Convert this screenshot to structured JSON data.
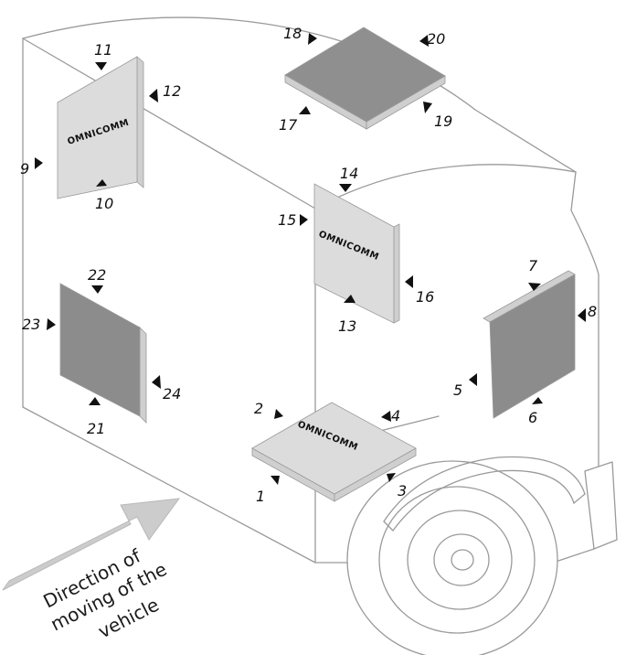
{
  "brand": {
    "sensor_logo": "OMNICOMM"
  },
  "direction": {
    "lines": [
      "Direction of",
      "moving of the",
      "vehicle"
    ]
  },
  "positions": [
    "1",
    "2",
    "3",
    "4",
    "5",
    "6",
    "7",
    "8",
    "9",
    "10",
    "11",
    "12",
    "13",
    "14",
    "15",
    "16",
    "17",
    "18",
    "19",
    "20",
    "21",
    "22",
    "23",
    "24"
  ],
  "colors": {
    "outline": "#9a9a9a",
    "plate_light": "#dcdcdc",
    "plate_dark": "#8c8c8c",
    "arrow": "#111111",
    "direction_arrow": "#cccccc"
  }
}
